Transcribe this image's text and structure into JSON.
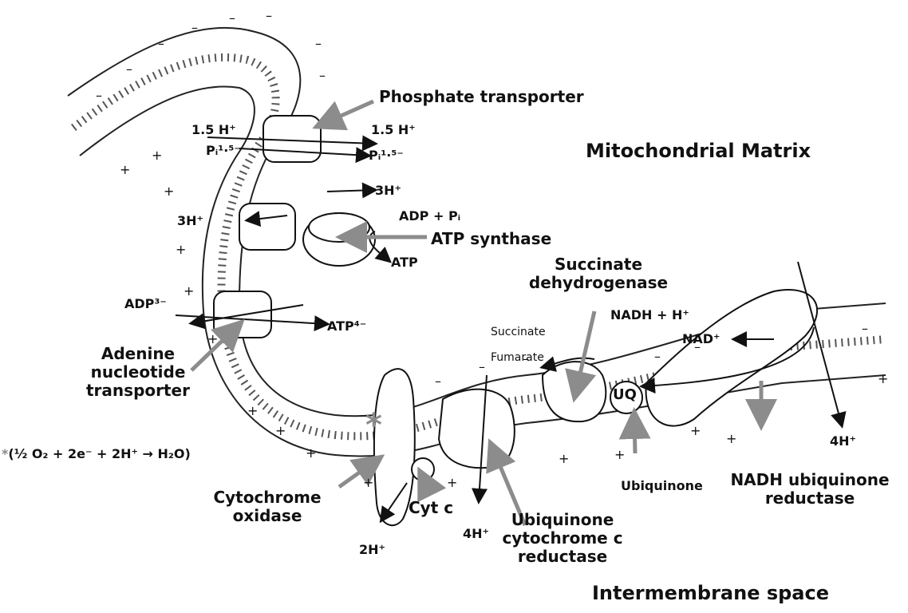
{
  "colors": {
    "membrane": "#222222",
    "arrow": "#8c8c8c",
    "text": "#111111"
  },
  "regions": {
    "matrix": "Mitochondrial Matrix",
    "intermembrane": "Intermembrane space"
  },
  "proteins": {
    "phosphate_transporter": "Phosphate transporter",
    "atp_synthase": "ATP synthase",
    "ant_line1": "Adenine",
    "ant_line2": "nucleotide",
    "ant_line3": "transporter",
    "sdh_line1": "Succinate",
    "sdh_line2": "dehydrogenase",
    "nadh_red_line1": "NADH ubiquinone",
    "nadh_red_line2": "reductase",
    "ubiquinone": "Ubiquinone",
    "uq": "UQ",
    "cytc": "Cyt c",
    "bc1_line1": "Ubiquinone",
    "bc1_line2": "cytochrome c",
    "bc1_line3": "reductase",
    "cox_line1": "Cytochrome",
    "cox_line2": "oxidase"
  },
  "species": {
    "h15_left": "1.5 H⁺",
    "h15_right": "1.5 H⁺",
    "pi_left": "Pᵢ¹·⁵⁻",
    "pi_right": "Pᵢ¹·⁵⁻",
    "h3_top": "3H⁺",
    "h3_left": "3H⁺",
    "adp_pi": "ADP + Pᵢ",
    "atp": "ATP",
    "adp3": "ADP³⁻",
    "atp4": "ATP⁴⁻",
    "succinate": "Succinate",
    "fumarate": "Fumarate",
    "nadh": "NADH + H⁺",
    "nad": "NAD⁺",
    "h4_right": "4H⁺",
    "h4_mid": "4H⁺",
    "h2": "2H⁺"
  },
  "reaction": {
    "star": "*",
    "equation": "(½ O₂ + 2e⁻ + 2H⁺ → H₂O)"
  }
}
